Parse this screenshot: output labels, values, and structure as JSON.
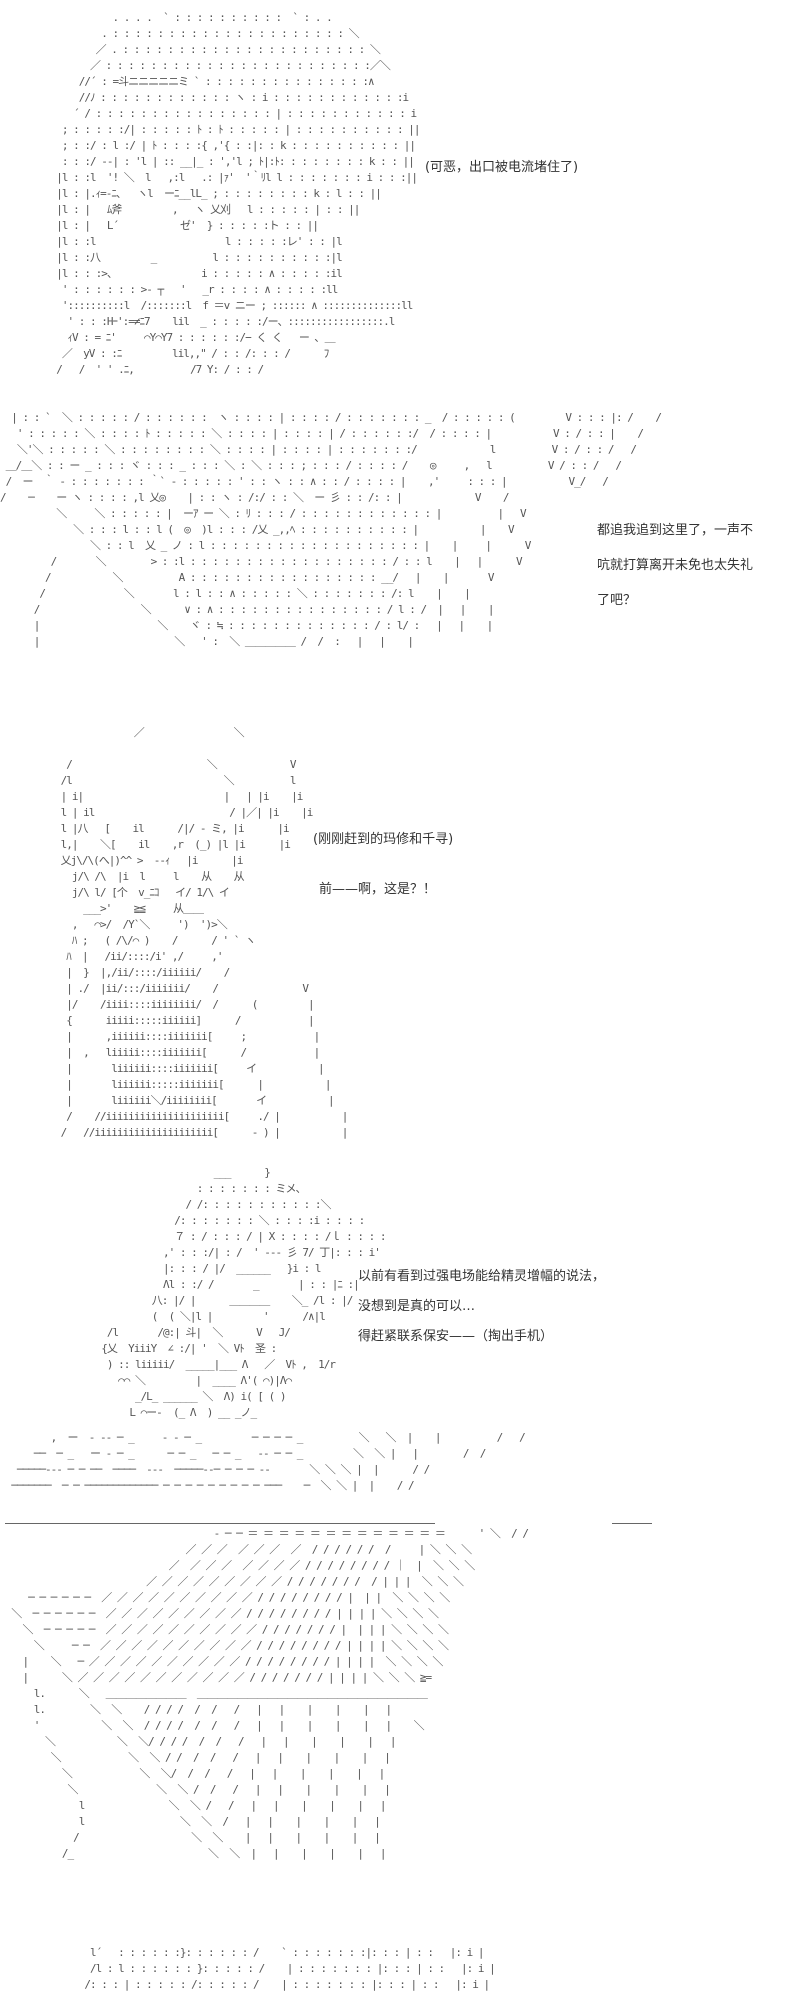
{
  "panels": [
    {
      "aa": [
        "            . . . .  ` : : : : : : : : : :  ` : . .",
        "          . : : : : : : : : : : : : : : : : : : : : : ＼",
        "         ／ . : : : : : : : : : : : : : : : : : : : : : : ＼",
        "        ／ : : : : : : : : : : : : : : : : : : : : : : : :／＼",
        "      //´ : =斗ニニニニニミ ` : : : : : : : : : : : : : : :∧",
        "      //ﾉ : : : : : : : : : : : : ヽ : i : : : : : : : : : : : :i",
        "     ´ / : : : : : : : : : : : : : : : : | : : : : : : : : : : : i",
        "   ; : : : : :/| : : : : : ﾄ : ﾄ : : : : : | : : : : : : : : : : ||",
        "   ; : :/ : l :/ | ﾄ : : : :{ ,'{ : :|: : k : : : : : : : : : : ||",
        "   : : :/ --| : 'l | :: __|_ : ','l ; ﾄ|:ﾄ: : : : : : : : k : : ||",
        "  |l : :l  '! ＼  l   ,:l   .: |ｧ'  '｀ﾘl l : : : : : : : i : : :||",
        "  |l : |.ｨ=-ﾆ、  ヽl  ーﾆ__lL_ ; : : : : : : : : k : l : : ||",
        "  |l : |   ﾑ斧         ,   ヽ 乂刈   l : : : : : | : : ||",
        "  |l : |   L´           ゼ'  } : : : : :ト : : ||",
        "  |l : :l                       l : : : : :レ' : : |l",
        "  |l : :八         _          l : : : : : : : : : :|l",
        "  |l : : :>、               i : : : : : ∧ : : : : :il",
        "   ' : : : : : : >‐ ┬   '   _r : : : : ∧ : : : : :ll",
        "   '::::::::::l  /:::::::l  f ＝v ニー ; :::::: ∧ ::::::::::::::ll",
        "    ' : : :Hｰ':=≠ﾆ7    lil  _ : : : : :/ー、:::::::::::::::::.l",
        "    ｨV : = ﾆ'     ⌒Y⌒Y7 : : : : : :/− く く   ー ､ ＿",
        "   ／  yV : :ﾆ         lil,,\" / : : /: : : /      ﾌ",
        "  /   /  ' ' .ﾆ,          /7 Y: / : : /"
      ]
    },
    {
      "aa": [
        "  | : : `  ＼ : : : : : / : : : : : :  ヽ : : : : | : : : : / : : : : : : : _  / : : : : : (         V : : : |: /    /",
        "   ' : : : : : ＼ : : : : ﾄ : : : : : ＼ : : : : | : : : : | / : : : : : :/  / : : : : |           V : / : : |    /",
        "   ＼'＼ : : : : : ＼ : : : : : : : : ＼ : : : : | : : : : | : : : : : : :/             l          V : / : : /   /",
        " ＿/＿＼ : : ー _ : : : ヾ : : : _ : : : ＼ : ＼ : : : ; : : : / : : : : /    ◎     ,   l          V / : : /   /",
        " /  ー  ｀ - : : : : : : : ｀` - : : : : : ' : : ヽ : : ∧ : : / : : : : |    ,'     : : : |           V_/   /",
        "/    ─    ー ヽ : : : : ,l 乂◎    | : : ヽ : /:/ : : ＼  ー 彡 : : /: : |             V    /",
        "          ＼     ＼ : : : : : |  ーｱ ー ＼ : ﾘ : : : / : : : : : : : : : : : : |          |   V",
        "             ＼ : : : l : : l (  ◎  )l : : : /乂 _,,ﾍ : : : : : : : : : : |           |    V",
        "                ＼ : : l  乂 _ ノ : l : : : : : : : : : : : : : : : : : : : |    |     |      V",
        "         /       ＼        > : :l : : : : : : : : : : : : : : : : : : / : : l    |   |      V",
        "        /           ＼          A : : : : : : : : : : : : : : : : : __/   |    |       V",
        "       /              ＼       l : l : : ∧ : : : : : ＼ : : : : : : : /: l    |    |",
        "      /                  ＼      ∨ : ∧ : : : : : : : : : : : : : : : / l : /  |   |    |",
        "      |                     ＼    ヾ : ≒ : : : : : : : : : : : : : / : l/ :   |   |    |",
        "      |                        ＼   ' :  ＼ ＿＿＿＿＿ /  /  :   |   |    |"
      ]
    },
    {
      "aa": [
        "                      ／                ＼",
        "",
        "          /                        ＼             V",
        "         /l                           ＼          l",
        "         | i|                         |   | |i    |i",
        "         l | il                        / |／| |i    |i",
        "         l |八   [    il      /|/ ‐ ミ, |i      |i",
        "         l,|    ＼[    il    ,r  (_) |l |i      |i",
        "         乂j\\/\\(へ|)^^ >  ‐-ｨ   |i      |i",
        "           j/\\ /\\  |i  l     l    从    从",
        "           j/\\ l/ [个  v_ﾆｺ   イ/ 1/\\ イ",
        "             ___>'    ≧≦     从＿＿",
        "           ,   ⌒>/  /Y`＼     ')  ')>＼",
        "           ﾊ ;   ( /\\/⌒ )    /      / ' ` ヽ",
        "          ﾊ  |   /ii/::::/i' ,/     ,'",
        "          |  }  |,/ii/::::/iiiiii/    /",
        "          | ./  |ii/:::/iiiiiii/    /               V",
        "          |/    /iiii::::iiiiiiii/  /      (         |",
        "          {      iiiii:::::iiiiii]      /            |",
        "          |      ,iiiiii::::iiiiiii[     ;            |",
        "          |  ,   liiiii::::iiiiiii[      /            |",
        "          |       liiiiii::::iiiiiii[     イ           |",
        "          |       liiiiii:::::iiiiiii[      |           |",
        "          |       liiiiii＼/iiiiiiii[       イ           |",
        "          /    //iiiiiiiiiiiiiiiiiiiii[     ./ |           |",
        "         /   //iiiiiiiiiiiiiiiiiiiii[      ‐ ) |           |"
      ]
    },
    {
      "aa": [
        "                                      ___      }",
        "                                   : : : : : : : ミメ、",
        "                                 / /: : : : : : : : : : :＼",
        "                               /: : : : : : : ＼ : : : :i : : : :",
        "                               ７ : / : : : / | X : : : : /ｌ : : : :",
        "                             ,' : : :/| : /  ' --- 彡 7/ 丁|: : : i'",
        "                             |: : : / |/  ______   }i : l",
        "                             Λl : :/ /       _       | : : |ﾆ :|",
        "                           八: |/ |      ＿＿＿＿    ＼_ /l : |/",
        "                           (  ( ＼|l |         '      /∧|l",
        "                   /l       /@:| 斗|  ＼      V   J/",
        "                  {乂  YiiiY  ∠ :/| '  ＼ Vﾄ  圣 :",
        "                   ) :: liiiii/  _____|___ Λ   ／  Vﾄ ,  1/r",
        "                     ⌒⌒ ＼         |  ____ Λ'( ⌒)|Λ⌒",
        "                        _/L_ ______ ＼  Λ) i( [ ( )",
        "                       L ⌒ー‐  (_ Λ  ) __ _ノ_"
      ]
    },
    {
      "aa": [
        "         ,  ー  - ‐‐ ─ _     ‐ ‐ ─ _         ─ ─ ─ ─ _          ＼   ＼  |    |          /   /",
        "      ──  ─ _   ー ‐ ─ _      ─ ─ _   ─ ─ _   ‐‐ ─ ─ _         ＼  ＼ |   |        /  /",
        "   ─────‐‐‐ ─ ─ ──  ────  ‐‐‐  ─────‐‐─ ─ ─ ─ ‐‐       ＼ ＼ ＼ |  |      / /",
        "  ───────  ─ ─ ───────────── ─ ─ ─ ─ ─ ─ ─ ─ ─ ───    ─  ＼ ＼ |  |    / /",
        "",
        "",
        "                                      ‐ ─ ─ ＝ ＝ ＝ ＝ ＝ ＝ ＝ ＝ ＝ ＝ ＝ ＝ ＝      ' ＼  / /",
        "                                 ／ ／ ／  ／ ／ ／  ／  / / / / / /  /     | ＼ ＼ ＼",
        "                              ／  ／ ／ ／  ／ ／ ／ ／ / / / / / / / / ｜  |  ＼ ＼ ＼",
        "                          ／ ／ ／ ／ ／ ／ ／ ／ ／ / / / / / / /  / | | |  ＼ ＼ ＼",
        "     ─ ─ ─ ─ ─ ─  ／ ／ ／ ／ ／ ／ ／ ／ ／ ／ / / / / / / / / |  | |  ＼ ＼ ＼ ＼",
        "  ＼  ─ ─ ─ ─ ─ ─  ／ ／ ／ ／ ／ ／ ／ ／ ／ / / / / / / / / | | | | ＼ ＼ ＼ ＼",
        "    ＼  ─ ─ ─ ─ ─  ／ ／ ／ ／ ／ ／ ／ ／ ／ ／ / / / / / / / |  | | | ＼ ＼ ＼ ＼",
        "      ＼     ─ ─  ／ ／ ／ ／ ／ ／ ／ ／ ／ ／ / / / / / / / / | | | | ＼ ＼ ＼ ＼",
        "    |    ＼   ─ ／ ／ ／ ／ ／ ／ ／ ／ ／ ／ / / / / / / / / | | | |  ＼ ＼ ＼ ＼",
        "    |      ＼ ／ ／ ／ ／ ／ ／ ／ ／ ／ ／ ／ / / / / / / / | | | | ＼ ＼ ＼ ≧=",
        "      l.      ＼   ＿＿＿＿＿＿＿＿  ＿＿＿＿＿＿＿＿＿＿＿＿＿＿＿＿＿＿＿＿＿＿＿",
        "      l.        ＼  ＼    / / / /  /  /   /   |   |    |    |    |   |",
        "      '           ＼  ＼  / / / /  /  /   /   |   |    |    |    |   |    ＼",
        "        ＼           ＼  ＼/ / / /  /  /   /   |   |    |    |    |   |",
        "         ＼            ＼  ＼ / /  /  /   /   |   |    |    |    |   |",
        "           ＼            ＼  ＼/  /  /   /   |   |    |    |    |   |",
        "            ＼              ＼  ＼ /  /   /   |   |    |    |    |   |",
        "              l               ＼  ＼ /   /   |   |    |    |    |   |",
        "              l                 ＼  ＼  /   |   |    |    |    |   |",
        "             /                    ＼  ＼    |   |    |    |    |   |",
        "           /_                        ＼  ＼  |   |    |    |    |   |"
      ]
    },
    {
      "aa": [
        "                l´   : : : : : :}: : : : : : /    ` : : : : : : :|: : : | : :   |: i |",
        "                /l : l : : : : : : }: : : : : /    | : : : : : : : |: : : | : :   |: i |",
        "               /: : : | : : : : : /: : : : : /    | : : : : : : : |: : : | : :   |: i |"
      ]
    }
  ],
  "captions": {
    "p1": [
      "(可恶，出口被电流堵住了)"
    ],
    "p2": [
      "都追我追到这里了，一声不",
      "吭就打算离开未免也太失礼",
      "了吧？"
    ],
    "p3": [
      "(刚刚赶到的玛修和千寻)",
      "前——啊，这是？！"
    ],
    "p4": [
      "以前有看到过强电场能给精灵增幅的说法，",
      "没想到是真的可以…",
      "得赶紧联系保安——（掏出手机）"
    ]
  }
}
